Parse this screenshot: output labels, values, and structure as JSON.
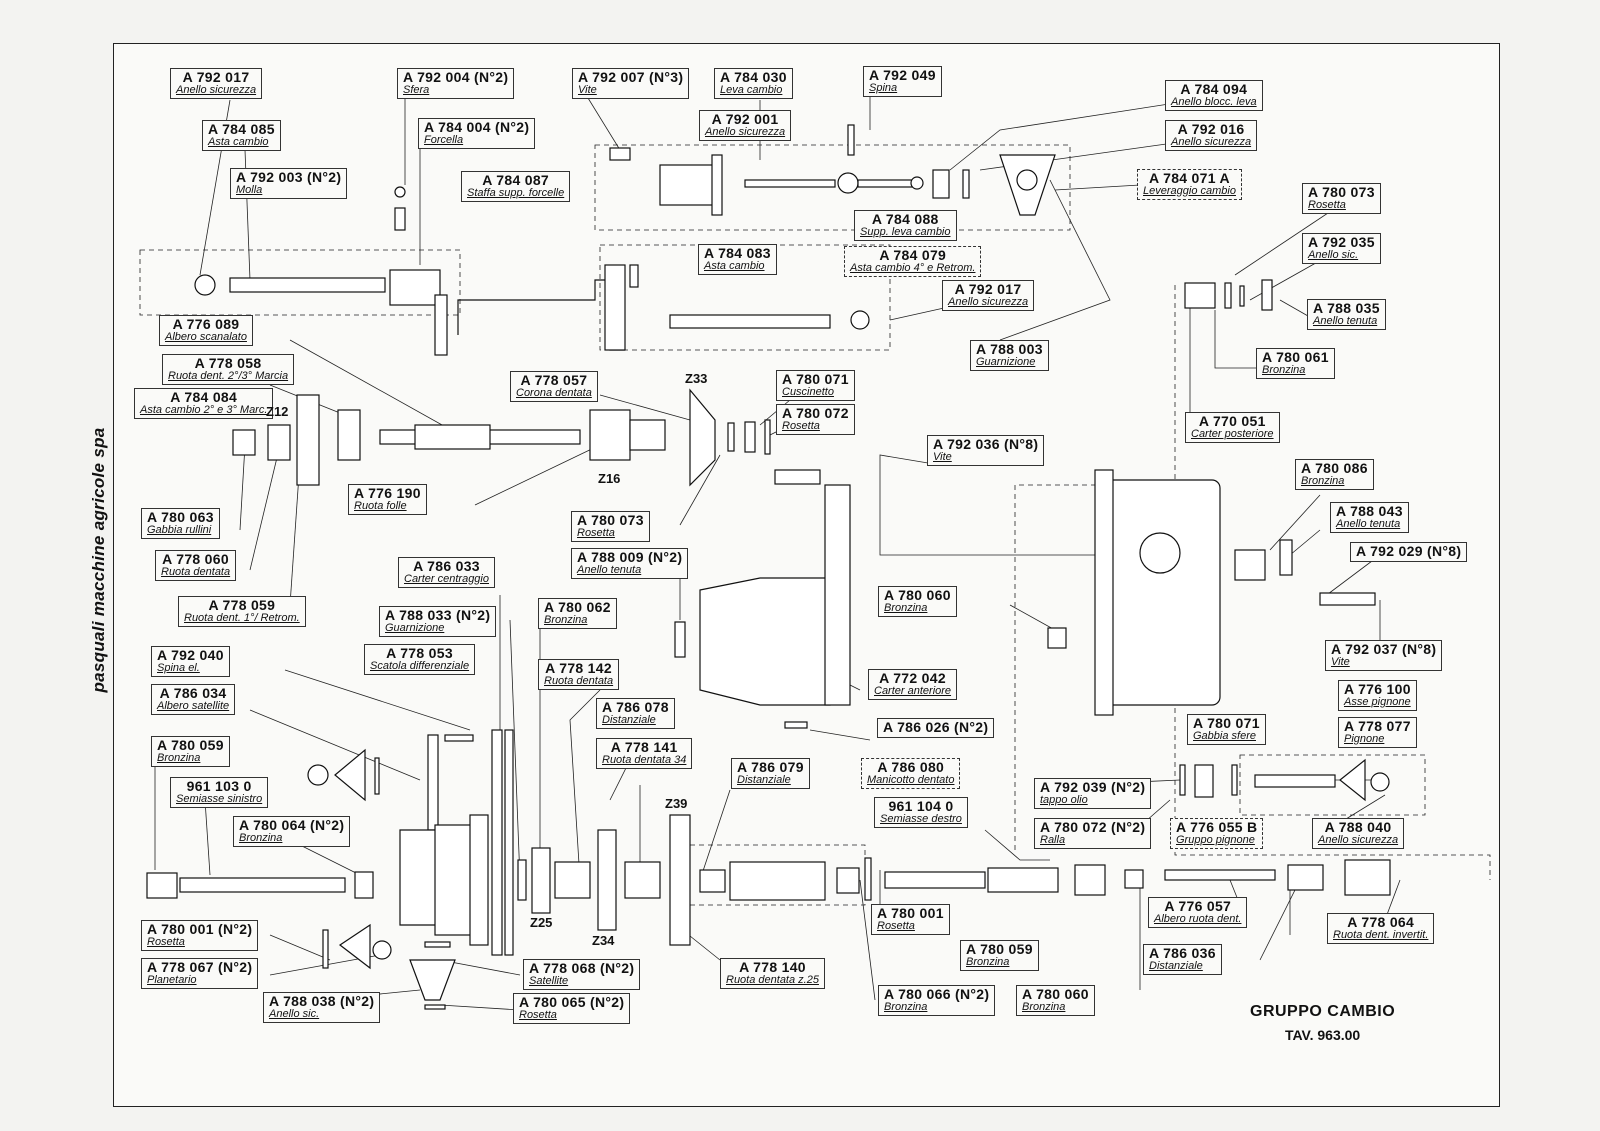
{
  "side_text": "pasquali macchine agricole spa",
  "title": "GRUPPO CAMBIO",
  "subtitle": "TAV. 963.00",
  "tooth_labels": [
    {
      "id": "z12",
      "text": "Z12"
    },
    {
      "id": "z33",
      "text": "Z33"
    },
    {
      "id": "z16",
      "text": "Z16"
    },
    {
      "id": "z39",
      "text": "Z39"
    },
    {
      "id": "z25",
      "text": "Z25"
    },
    {
      "id": "z34",
      "text": "Z34"
    }
  ],
  "parts": [
    {
      "id": "p01",
      "code": "A 792 017",
      "desc": "Anello sicurezza"
    },
    {
      "id": "p02",
      "code": "A 792 004 (N°2)",
      "desc": "Sfera"
    },
    {
      "id": "p03",
      "code": "A 792 007 (N°3)",
      "desc": "Vite"
    },
    {
      "id": "p04",
      "code": "A 784 030",
      "desc": "Leva cambio"
    },
    {
      "id": "p05",
      "code": "A 792 049",
      "desc": "Spina"
    },
    {
      "id": "p06",
      "code": "A 784 094",
      "desc": "Anello blocc. leva"
    },
    {
      "id": "p07",
      "code": "A 784 085",
      "desc": "Asta cambio"
    },
    {
      "id": "p08",
      "code": "A 784 004 (N°2)",
      "desc": "Forcella"
    },
    {
      "id": "p09",
      "code": "A 792 001",
      "desc": "Anello sicurezza"
    },
    {
      "id": "p10",
      "code": "A 792 016",
      "desc": "Anello sicurezza"
    },
    {
      "id": "p11",
      "code": "A 792 003 (N°2)",
      "desc": "Molla"
    },
    {
      "id": "p12",
      "code": "A 784 087",
      "desc": "Staffa supp. forcelle"
    },
    {
      "id": "p13",
      "code": "A 784 071 A",
      "desc": "Leveraggio cambio",
      "dashed": true
    },
    {
      "id": "p14",
      "code": "A 780 073",
      "desc": "Rosetta"
    },
    {
      "id": "p15",
      "code": "A 784 088",
      "desc": "Supp. leva cambio"
    },
    {
      "id": "p16",
      "code": "A 784 083",
      "desc": "Asta cambio"
    },
    {
      "id": "p17",
      "code": "A 784 079",
      "desc": "Asta cambio 4° e Retrom.",
      "dashed": true
    },
    {
      "id": "p18",
      "code": "A 792 035",
      "desc": "Anello sic."
    },
    {
      "id": "p19",
      "code": "A 792 017",
      "desc": "Anello sicurezza"
    },
    {
      "id": "p20",
      "code": "A 788 035",
      "desc": "Anello tenuta"
    },
    {
      "id": "p21",
      "code": "A 776 089",
      "desc": "Albero scanalato"
    },
    {
      "id": "p22",
      "code": "A 788 003",
      "desc": "Guarnizione"
    },
    {
      "id": "p23",
      "code": "A 780 061",
      "desc": "Bronzina"
    },
    {
      "id": "p24",
      "code": "A 778 058",
      "desc": "Ruota dent. 2°/3° Marcia"
    },
    {
      "id": "p25",
      "code": "A 778 057",
      "desc": "Corona dentata"
    },
    {
      "id": "p26",
      "code": "A 780 071",
      "desc": "Cuscinetto"
    },
    {
      "id": "p27",
      "code": "A 784 084",
      "desc": "Asta cambio 2° e 3° Marc."
    },
    {
      "id": "p28",
      "code": "A 780 072",
      "desc": "Rosetta"
    },
    {
      "id": "p29",
      "code": "A 770 051",
      "desc": "Carter posteriore"
    },
    {
      "id": "p30",
      "code": "A 792 036 (N°8)",
      "desc": "Vite"
    },
    {
      "id": "p31",
      "code": "A 780 086",
      "desc": "Bronzina"
    },
    {
      "id": "p32",
      "code": "A 776 190",
      "desc": "Ruota folle"
    },
    {
      "id": "p33",
      "code": "A 780 063",
      "desc": "Gabbia rullini"
    },
    {
      "id": "p34",
      "code": "A 780 073",
      "desc": "Rosetta"
    },
    {
      "id": "p35",
      "code": "A 788 043",
      "desc": "Anello tenuta"
    },
    {
      "id": "p36",
      "code": "A 788 009 (N°2)",
      "desc": "Anello tenuta"
    },
    {
      "id": "p37",
      "code": "A 792 029 (N°8)",
      "desc": ""
    },
    {
      "id": "p38",
      "code": "A 778 060",
      "desc": "Ruota dentata"
    },
    {
      "id": "p39",
      "code": "A 786 033",
      "desc": "Carter centraggio"
    },
    {
      "id": "p40",
      "code": "A 778 059",
      "desc": "Ruota dent. 1°/ Retrom."
    },
    {
      "id": "p41",
      "code": "A 788 033 (N°2)",
      "desc": "Guarnizione"
    },
    {
      "id": "p42",
      "code": "A 780 062",
      "desc": "Bronzina"
    },
    {
      "id": "p43",
      "code": "A 780 060",
      "desc": "Bronzina"
    },
    {
      "id": "p44",
      "code": "A 778 053",
      "desc": "Scatola differenziale"
    },
    {
      "id": "p45",
      "code": "A 792 037 (N°8)",
      "desc": "Vite"
    },
    {
      "id": "p46",
      "code": "A 792 040",
      "desc": "Spina el."
    },
    {
      "id": "p47",
      "code": "A 778 142",
      "desc": "Ruota dentata"
    },
    {
      "id": "p48",
      "code": "A 772 042",
      "desc": "Carter anteriore"
    },
    {
      "id": "p49",
      "code": "A 786 034",
      "desc": "Albero satellite"
    },
    {
      "id": "p50",
      "code": "A 776 100",
      "desc": "Asse pignone"
    },
    {
      "id": "p51",
      "code": "A 786 078",
      "desc": "Distanziale"
    },
    {
      "id": "p52",
      "code": "A 786 026 (N°2)",
      "desc": ""
    },
    {
      "id": "p53",
      "code": "A 780 071",
      "desc": "Gabbia sfere"
    },
    {
      "id": "p54",
      "code": "A 778 077",
      "desc": "Pignone"
    },
    {
      "id": "p55",
      "code": "A 780 059",
      "desc": "Bronzina"
    },
    {
      "id": "p56",
      "code": "A 778 141",
      "desc": "Ruota dentata 34"
    },
    {
      "id": "p57",
      "code": "A 786 079",
      "desc": "Distanziale"
    },
    {
      "id": "p58",
      "code": "A 786 080",
      "desc": "Manicotto dentato",
      "dashed": true
    },
    {
      "id": "p59",
      "code": "961 103 0",
      "desc": "Semiasse sinistro"
    },
    {
      "id": "p60",
      "code": "A 792 039 (N°2)",
      "desc": "tappo olio"
    },
    {
      "id": "p61",
      "code": "961 104 0",
      "desc": "Semiasse destro"
    },
    {
      "id": "p62",
      "code": "A 780 064 (N°2)",
      "desc": "Bronzina"
    },
    {
      "id": "p63",
      "code": "A 780 072 (N°2)",
      "desc": "Ralla"
    },
    {
      "id": "p64",
      "code": "A 776 055 B",
      "desc": "Gruppo pignone",
      "dashed": true
    },
    {
      "id": "p65",
      "code": "A 788 040",
      "desc": "Anello sicurezza"
    },
    {
      "id": "p66",
      "code": "A 780 001 (N°2)",
      "desc": "Rosetta"
    },
    {
      "id": "p67",
      "code": "A 780 001",
      "desc": "Rosetta"
    },
    {
      "id": "p68",
      "code": "A 776 057",
      "desc": "Albero ruota dent."
    },
    {
      "id": "p69",
      "code": "A 778 064",
      "desc": "Ruota dent. invertit."
    },
    {
      "id": "p70",
      "code": "A 778 067 (N°2)",
      "desc": "Planetario"
    },
    {
      "id": "p71",
      "code": "A 780 059",
      "desc": "Bronzina"
    },
    {
      "id": "p72",
      "code": "A 786 036",
      "desc": "Distanziale"
    },
    {
      "id": "p73",
      "code": "A 778 068 (N°2)",
      "desc": "Satellite"
    },
    {
      "id": "p74",
      "code": "A 778 140",
      "desc": "Ruota dentata z.25"
    },
    {
      "id": "p75",
      "code": "A 788 038 (N°2)",
      "desc": "Anello sic."
    },
    {
      "id": "p76",
      "code": "A 780 065 (N°2)",
      "desc": "Rosetta"
    },
    {
      "id": "p77",
      "code": "A 780 066 (N°2)",
      "desc": "Bronzina"
    },
    {
      "id": "p78",
      "code": "A 780 060",
      "desc": "Bronzina"
    }
  ]
}
